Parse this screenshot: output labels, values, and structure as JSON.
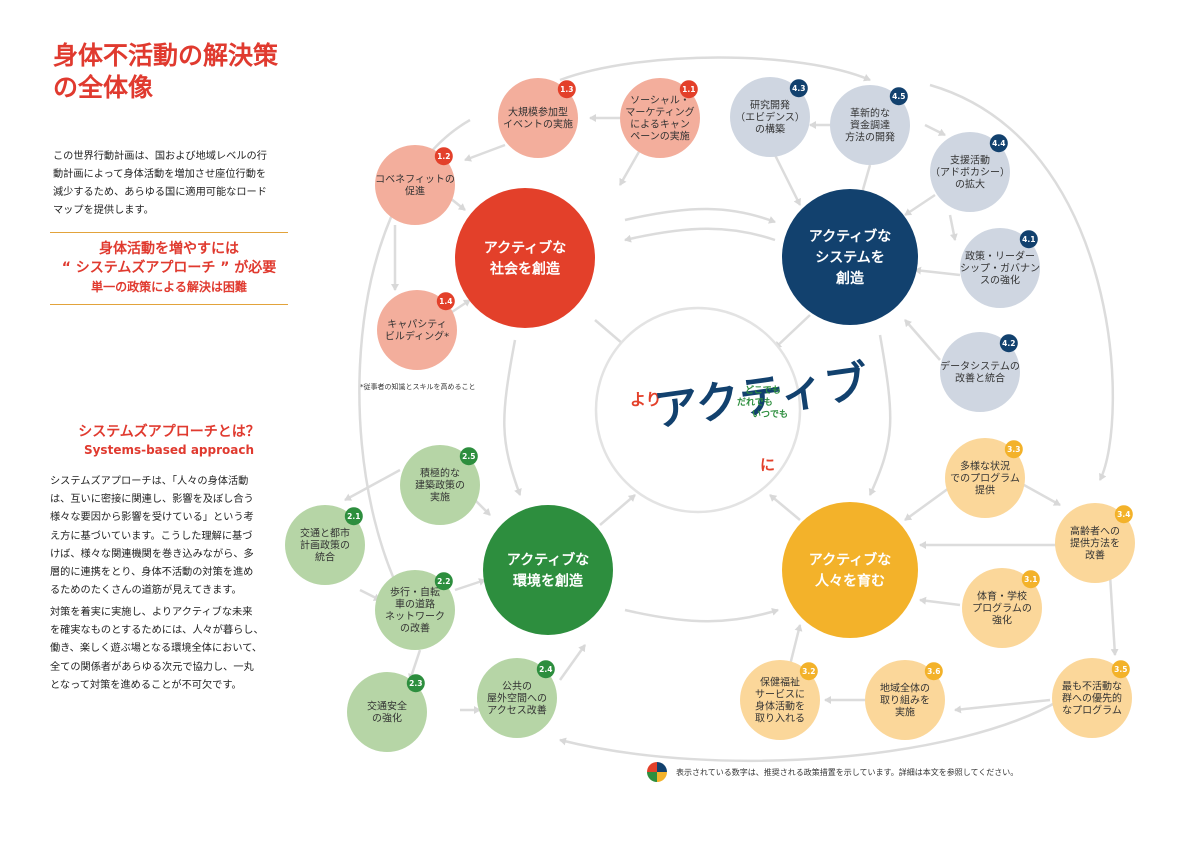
{
  "title": [
    "身体不活動の解決策",
    "の全体像"
  ],
  "intro": [
    "この世界行動計画は、国および地域レベルの行",
    "動計画によって身体活動を増加させ座位行動を",
    "減少するため、あらゆる国に適用可能なロード",
    "マップを提供します。"
  ],
  "callout": {
    "line1": "身体活動を増やすには",
    "line2": "“ システムズアプローチ ” が必要",
    "line3": "単一の政策による解決は困難"
  },
  "systems": {
    "heading": "システムズアプローチとは？",
    "subheading": "Systems-based approach",
    "para1": [
      "システムズアプローチは、「人々の身体活動",
      "は、互いに密接に関連し、影響を及ぼし合う",
      "様々な要因から影響を受けている」という考",
      "え方に基づいています。こうした理解に基づ",
      "けば、様々な関連機関を巻き込みながら、多",
      "層的に連携をとり、身体不活動の対策を進め",
      "るためのたくさんの道筋が見えてきます。"
    ],
    "para2": [
      "対策を着実に実施し、よりアクティブな未来",
      "を確実なものとするためには、人々が暮らし、",
      "働き、楽しく遊ぶ場となる環境全体において、",
      "全ての関係者があらゆる次元で協力し、一丸",
      "となって対策を進めることが不可欠です。"
    ]
  },
  "footnote": "*従事者の知識とスキルを高めること",
  "legend_text": "表示されている数字は、推奨される政策措置を示しています。詳細は本文を参照してください。",
  "center": {
    "main": "アクティブ",
    "prefix": "より",
    "suffix": "に",
    "taglines": [
      "どこでも",
      "だれでも",
      "いつでも"
    ]
  },
  "colors": {
    "red": "#e3402a",
    "red_light": "#f3ae9c",
    "navy": "#12416e",
    "navy_light": "#cfd6e1",
    "green": "#2d8e3e",
    "green_light": "#b6d5a6",
    "orange": "#f3b22a",
    "orange_light": "#fbd79a",
    "title_red": "#e03a2f",
    "arrow": "#dcdcdc"
  },
  "objectives": [
    {
      "id": "society",
      "lines": [
        "アクティブな",
        "社会を創造"
      ],
      "color": "red"
    },
    {
      "id": "systems",
      "lines": [
        "アクティブな",
        "システムを",
        "創造"
      ],
      "color": "navy"
    },
    {
      "id": "environment",
      "lines": [
        "アクティブな",
        "環境を創造"
      ],
      "color": "green"
    },
    {
      "id": "people",
      "lines": [
        "アクティブな",
        "人々を育む"
      ],
      "color": "orange"
    }
  ],
  "actions": [
    {
      "badge": "1.1",
      "lines": [
        "ソーシャル・",
        "マーケティング",
        "によるキャン",
        "ペーンの実施"
      ],
      "group": "red"
    },
    {
      "badge": "1.2",
      "lines": [
        "コベネフィットの",
        "促進"
      ],
      "group": "red"
    },
    {
      "badge": "1.3",
      "lines": [
        "大規模参加型",
        "イベントの実施"
      ],
      "group": "red"
    },
    {
      "badge": "1.4",
      "lines": [
        "キャパシティ",
        "ビルディング*"
      ],
      "group": "red"
    },
    {
      "badge": "2.1",
      "lines": [
        "交通と都市",
        "計画政策の",
        "統合"
      ],
      "group": "green"
    },
    {
      "badge": "2.2",
      "lines": [
        "歩行・自転",
        "車の道路",
        "ネットワーク",
        "の改善"
      ],
      "group": "green"
    },
    {
      "badge": "2.3",
      "lines": [
        "交通安全",
        "の強化"
      ],
      "group": "green"
    },
    {
      "badge": "2.4",
      "lines": [
        "公共の",
        "屋外空間への",
        "アクセス改善"
      ],
      "group": "green"
    },
    {
      "badge": "2.5",
      "lines": [
        "積極的な",
        "建築政策の",
        "実施"
      ],
      "group": "green"
    },
    {
      "badge": "3.1",
      "lines": [
        "体育・学校",
        "プログラムの",
        "強化"
      ],
      "group": "orange"
    },
    {
      "badge": "3.2",
      "lines": [
        "保健福祉",
        "サービスに",
        "身体活動を",
        "取り入れる"
      ],
      "group": "orange"
    },
    {
      "badge": "3.3",
      "lines": [
        "多様な状況",
        "でのプログラム",
        "提供"
      ],
      "group": "orange"
    },
    {
      "badge": "3.4",
      "lines": [
        "高齢者への",
        "提供方法を",
        "改善"
      ],
      "group": "orange"
    },
    {
      "badge": "3.5",
      "lines": [
        "最も不活動な",
        "群への優先的",
        "なプログラム"
      ],
      "group": "orange"
    },
    {
      "badge": "3.6",
      "lines": [
        "地域全体の",
        "取り組みを",
        "実施"
      ],
      "group": "orange"
    },
    {
      "badge": "4.1",
      "lines": [
        "政策・リーダー",
        "シップ・ガバナン",
        "スの強化"
      ],
      "group": "navy"
    },
    {
      "badge": "4.2",
      "lines": [
        "データシステムの",
        "改善と統合"
      ],
      "group": "navy"
    },
    {
      "badge": "4.3",
      "lines": [
        "研究開発",
        "（エビデンス）",
        "の構築"
      ],
      "group": "navy"
    },
    {
      "badge": "4.4",
      "lines": [
        "支援活動",
        "（アドボカシー）",
        "の拡大"
      ],
      "group": "navy"
    },
    {
      "badge": "4.5",
      "lines": [
        "革新的な",
        "資金調達",
        "方法の開発"
      ],
      "group": "navy"
    }
  ]
}
